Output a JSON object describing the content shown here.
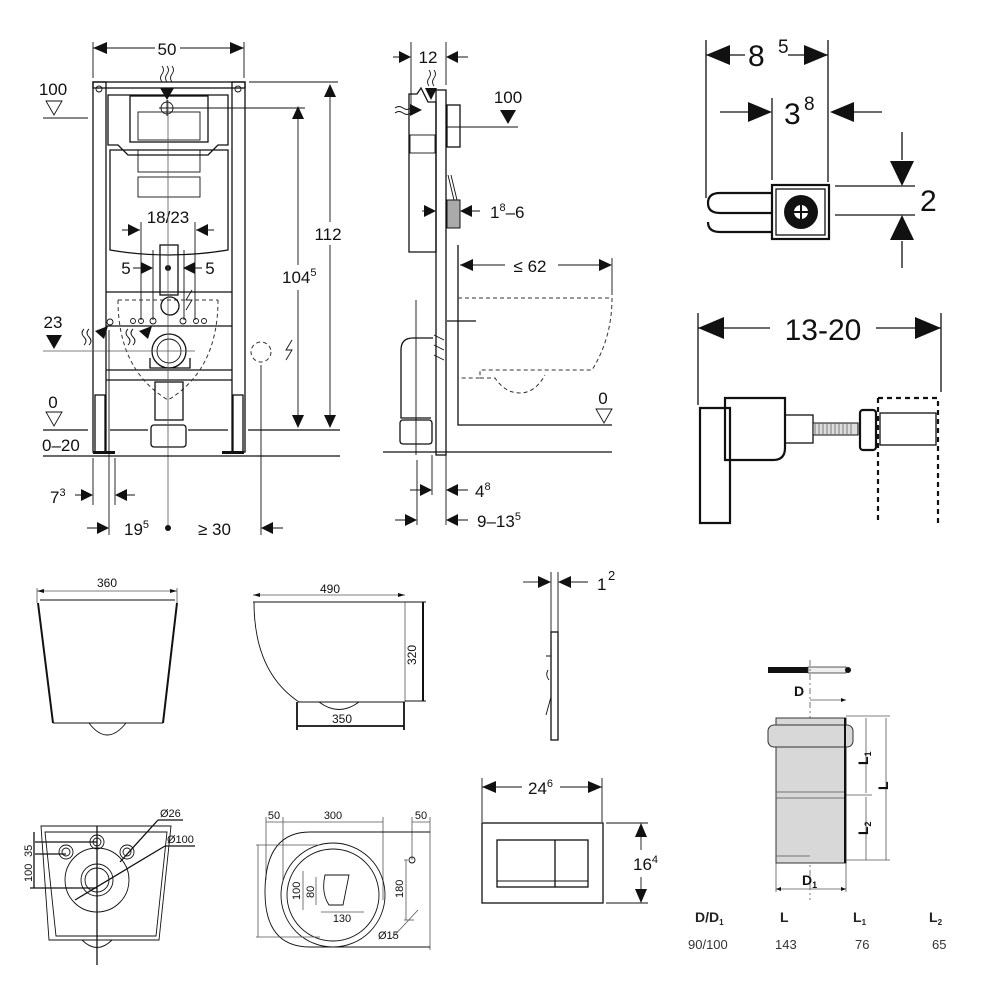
{
  "frame_front": {
    "width": "50",
    "level_top": "100",
    "height_total": "112",
    "height_actuation": "104",
    "height_actuation_sup": "5",
    "connection_spacing": "18/23",
    "offset_left": "5",
    "offset_right": "5",
    "level_outlet": "23",
    "floor_level": "0",
    "floor_range": "0–20",
    "foot_offset": "7",
    "foot_offset_sup": "3",
    "center_offset": "19",
    "center_offset_sup": "5",
    "side_min": "≥ 30"
  },
  "frame_side": {
    "depth": "12",
    "level_top": "100",
    "panel_thickness": "1",
    "panel_thickness_sup": "8",
    "panel_thickness_suffix": "–6",
    "projection": "≤ 62",
    "floor_level": "0",
    "foot_depth": "4",
    "foot_depth_sup": "8",
    "wall_gap": "9–13",
    "wall_gap_sup": "5"
  },
  "bracket_top": {
    "width_total": "8",
    "width_total_sup": "5",
    "width_inner": "3",
    "width_inner_sup": "8",
    "height": "2"
  },
  "bracket_bottom": {
    "length_range": "13-20"
  },
  "bowl_front": {
    "width": "360"
  },
  "bowl_side": {
    "length": "490",
    "height": "320",
    "base_length": "350"
  },
  "bowl_rear": {
    "hole_small": "Ø26",
    "hole_large": "Ø100",
    "offset_a": "35",
    "offset_b": "100"
  },
  "bowl_top": {
    "margin_left": "50",
    "width_mid": "300",
    "margin_right": "50",
    "outlet_h": "100",
    "outlet_h_inner": "80",
    "outlet_w": "130",
    "bolt_spacing": "180",
    "bolt_hole": "Ø15"
  },
  "flush_plate_side": {
    "thickness": "1",
    "thickness_sup": "2"
  },
  "flush_plate_front": {
    "width": "24",
    "width_sup": "6",
    "height": "16",
    "height_sup": "4"
  },
  "pipe_connector": {
    "label_d": "D",
    "label_d1": "D",
    "label_d1_sub": "1",
    "label_l": "L",
    "label_l1": "L",
    "label_l1_sub": "1",
    "label_l2": "L",
    "label_l2_sub": "2",
    "table": {
      "headers": [
        {
          "main": "D/D",
          "sub": "1"
        },
        {
          "main": "L",
          "sub": ""
        },
        {
          "main": "L",
          "sub": "1"
        },
        {
          "main": "L",
          "sub": "2"
        }
      ],
      "rows": [
        [
          "90/100",
          "143",
          "76",
          "65"
        ]
      ]
    }
  }
}
